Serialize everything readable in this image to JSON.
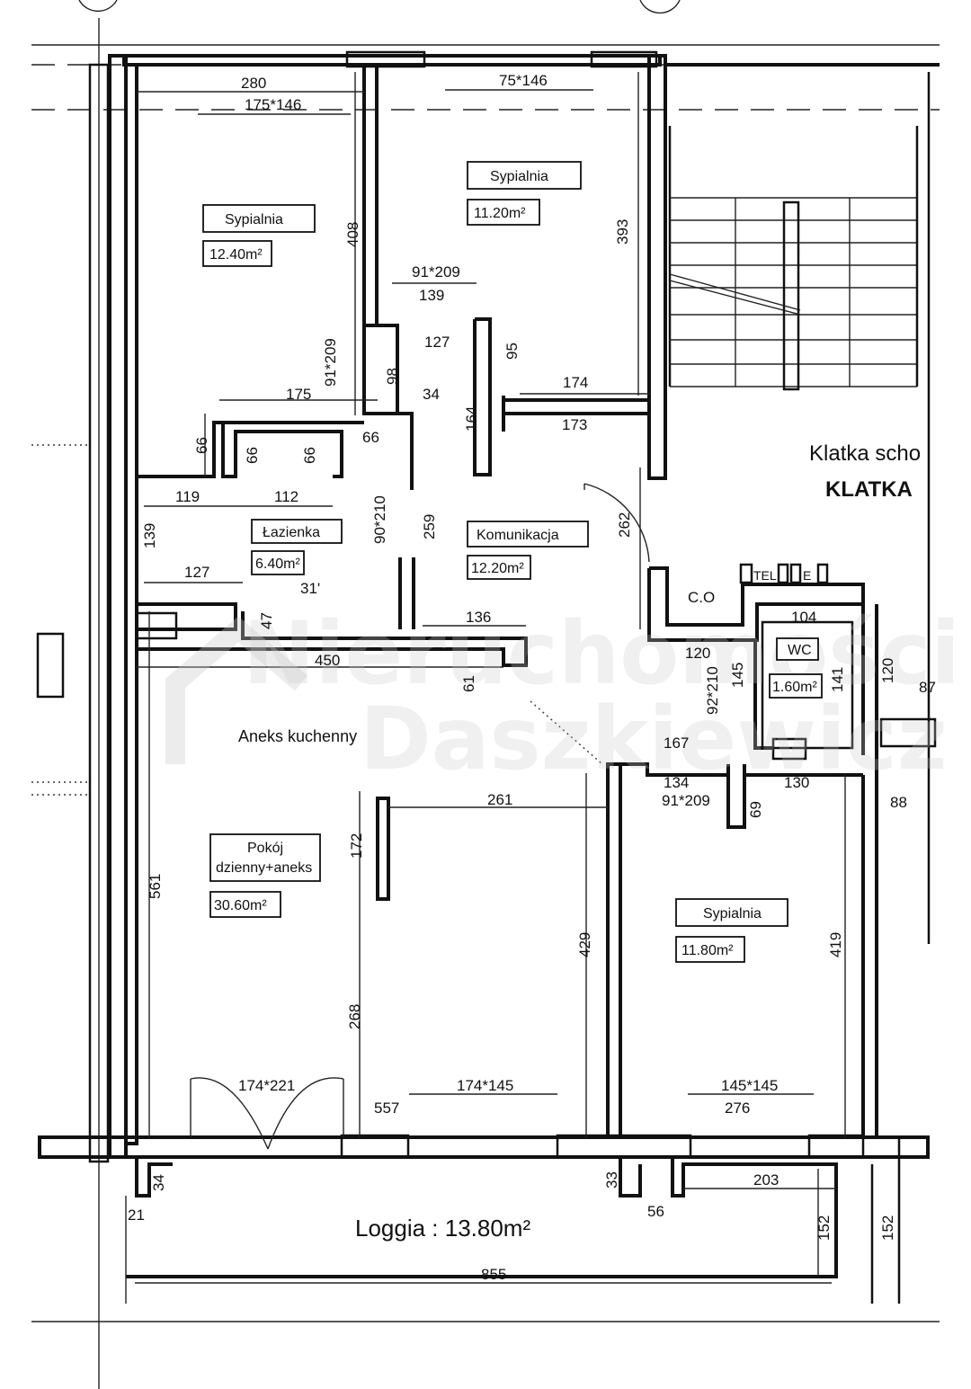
{
  "rooms": {
    "bedroom_1": {
      "name": "Sypialnia",
      "area": "12.40m²"
    },
    "bedroom_2": {
      "name": "Sypialnia",
      "area": "11.20m²"
    },
    "bathroom": {
      "name": "Łazienka",
      "area": "6.40m²"
    },
    "corridor": {
      "name": "Komunikacja",
      "area": "12.20m²"
    },
    "wc": {
      "name": "WC",
      "area": "1.60m²"
    },
    "living": {
      "name_line1": "Pokój",
      "name_line2": "dzienny+aneks",
      "area": "30.60m²"
    },
    "bedroom_3": {
      "name": "Sypialnia",
      "area": "11.80m²"
    },
    "kitchen": {
      "name": "Aneks kuchenny"
    },
    "staircase": {
      "name": "Klatka scho",
      "caption": "KLATKA"
    },
    "loggia": {
      "label": "Loggia : 13.80m²"
    },
    "co": {
      "label": "C.O"
    },
    "tel": {
      "label": "TEL"
    },
    "e": {
      "label": "E"
    }
  },
  "dimensions": {
    "d280": "280",
    "d175x146": "175*146",
    "d75x146": "75*146",
    "d408": "408",
    "d393": "393",
    "d91x209a": "91*209",
    "d139": "139",
    "d127a": "127",
    "d95": "95",
    "d91x209b": "91*209",
    "d98": "98",
    "d175": "175",
    "d34": "34",
    "d174": "174",
    "d164": "164",
    "d173": "173",
    "d66a": "66",
    "d66b": "66",
    "d66c": "66",
    "d66d": "66",
    "d119": "119",
    "d112": "112",
    "d90x210": "90*210",
    "d259": "259",
    "d262": "262",
    "d139b": "139",
    "d127b": "127",
    "d31": "31'",
    "d136": "136",
    "d104": "104",
    "d47": "47",
    "d450": "450",
    "d120a": "120",
    "d92x210": "92*210",
    "d145": "145",
    "d141": "141",
    "d120b": "120",
    "d87": "87",
    "d61": "61",
    "d167": "167",
    "d134": "134",
    "d130": "130",
    "d91x209c": "91*209",
    "d69": "69",
    "d88": "88",
    "d261": "261",
    "d172": "172",
    "d561": "561",
    "d429": "429",
    "d419": "419",
    "d268": "268",
    "d174x221": "174*221",
    "d174x145": "174*145",
    "d145x145": "145*145",
    "d557": "557",
    "d276": "276",
    "d34b": "34",
    "d33": "33",
    "d203": "203",
    "d21": "21",
    "d56": "56",
    "d152a": "152",
    "d152b": "152",
    "d855": "855"
  },
  "watermark": {
    "line1": "Nieruchomości",
    "line2": "Daszkiewicz"
  }
}
